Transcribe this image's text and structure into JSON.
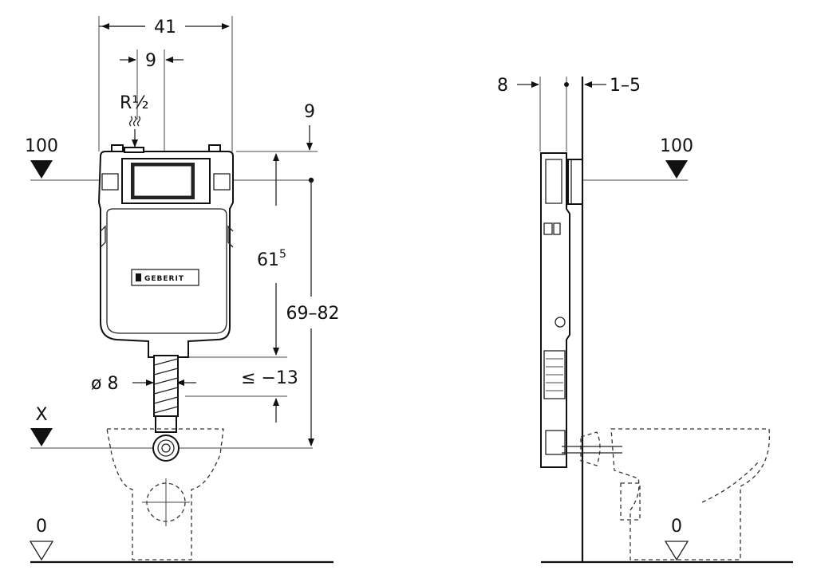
{
  "front_view": {
    "dim_width": "41",
    "dim_top_offset": "9",
    "dim_pipe_offset": "9",
    "thread_label": "R½",
    "level_top": "100",
    "dim_height_base": "61",
    "dim_height_sup": "5",
    "dim_range": "69–82",
    "dim_diameter": "ø 8",
    "dim_flush": "≤ −13",
    "level_x": "X",
    "level_floor": "0",
    "logo_text": "GEBERIT"
  },
  "side_view": {
    "dim_depth": "8",
    "dim_wall": "1–5",
    "level_top": "100",
    "level_floor": "0"
  }
}
